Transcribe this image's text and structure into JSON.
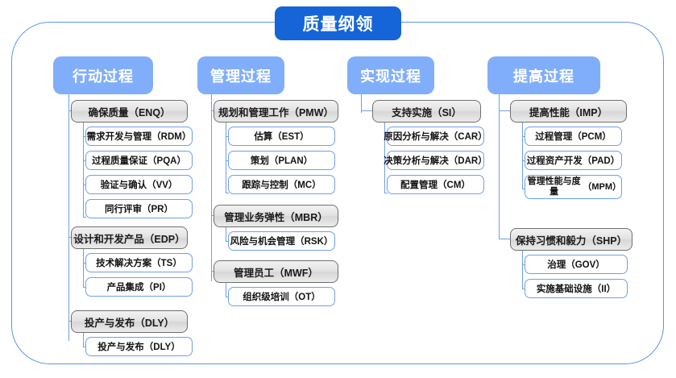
{
  "diagram": {
    "type": "tree-hierarchy",
    "root": {
      "label": "质量纲领"
    },
    "colors": {
      "root_bg": "#1565d8",
      "column_header_bg": "#81aefa",
      "group_box_bg": "#e2e2e2",
      "group_box_border": "#6f6f6f",
      "leaf_box_border": "#6f9fe8",
      "connector": "#6f9fe8",
      "frame_border": "#5b94e8",
      "page_bg": "#ffffff"
    },
    "columns": [
      {
        "id": "col-action",
        "header": "行动过程",
        "groups": [
          {
            "id": "group-enq",
            "label": "确保质量（ENQ）",
            "children": [
              {
                "label": "需求开发与管理（RDM）"
              },
              {
                "label": "过程质量保证（PQA）"
              },
              {
                "label": "验证与确认（VV）"
              },
              {
                "label": "同行评审（PR）"
              }
            ]
          },
          {
            "id": "group-edp",
            "label": "设计和开发产品（EDP）",
            "children": [
              {
                "label": "技术解决方案（TS）"
              },
              {
                "label": "产品集成（PI）"
              }
            ]
          },
          {
            "id": "group-dly",
            "label": "投产与发布（DLY）",
            "children": [
              {
                "label": "投产与发布（DLY）"
              }
            ]
          }
        ]
      },
      {
        "id": "col-manage",
        "header": "管理过程",
        "groups": [
          {
            "id": "group-pmw",
            "label": "规划和管理工作（PMW）",
            "children": [
              {
                "label": "估算（EST）"
              },
              {
                "label": "策划（PLAN）"
              },
              {
                "label": "跟踪与控制（MC）"
              }
            ]
          },
          {
            "id": "group-mbr",
            "label": "管理业务弹性（MBR）",
            "children": [
              {
                "label": "风险与机会管理（RSK）"
              }
            ]
          },
          {
            "id": "group-mwf",
            "label": "管理员工（MWF）",
            "children": [
              {
                "label": "组织级培训（OT）"
              }
            ]
          }
        ]
      },
      {
        "id": "col-implement",
        "header": "实现过程",
        "groups": [
          {
            "id": "group-si",
            "label": "支持实施（SI）",
            "children": [
              {
                "label": "原因分析与解决（CAR）"
              },
              {
                "label": "决策分析与解决（DAR）"
              },
              {
                "label": "配置管理（CM）"
              }
            ]
          }
        ]
      },
      {
        "id": "col-improve",
        "header": "提高过程",
        "groups": [
          {
            "id": "group-imp",
            "label": "提高性能（IMP）",
            "children": [
              {
                "label": "过程管理（PCM）"
              },
              {
                "label": "过程资产开发（PAD）"
              },
              {
                "label": "管理性能与度量（MPM）",
                "two_line": true,
                "line1": "管理性能与度量",
                "line2": "（MPM）"
              }
            ]
          },
          {
            "id": "group-shp",
            "label": "保持习惯和毅力（SHP）",
            "children": [
              {
                "label": "治理（GOV）"
              },
              {
                "label": "实施基础设施（II）"
              }
            ]
          }
        ]
      }
    ]
  }
}
